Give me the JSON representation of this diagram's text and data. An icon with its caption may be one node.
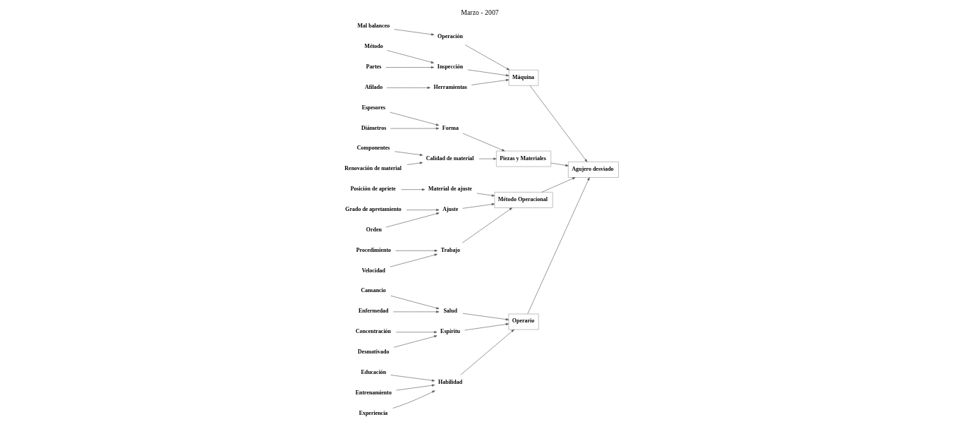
{
  "diagram": {
    "title": "Marzo - 2007",
    "nodes": [
      {
        "text": [
          "Operario"
        ]
      },
      {
        "text": [
          "Cansancio"
        ]
      },
      {
        "text": [
          "Salud"
        ]
      },
      {
        "text": [
          "Enfermedad"
        ]
      },
      {
        "text": [
          "Concentración"
        ]
      },
      {
        "text": [
          "Espíritu"
        ]
      },
      {
        "text": [
          "Desmotivado"
        ]
      },
      {
        "text": [
          "Educación"
        ]
      },
      {
        "text": [
          "Entrenamiento"
        ]
      },
      {
        "text": [
          "Habilidad"
        ]
      },
      {
        "text": [
          "Experiencia"
        ]
      },
      {
        "text": [
          "Máquina"
        ]
      },
      {
        "text": [
          "Mal balanceo"
        ]
      },
      {
        "text": [
          "Operación"
        ]
      },
      {
        "text": [
          "Método"
        ]
      },
      {
        "text": [
          "Inspección"
        ]
      },
      {
        "text": [
          "Partes"
        ]
      },
      {
        "text": [
          "Afilado"
        ]
      },
      {
        "text": [
          "Herramientas"
        ]
      },
      {
        "text": [
          "Agujero desviado"
        ]
      },
      {
        "text": [
          "Espesores"
        ]
      },
      {
        "text": [
          "Forma"
        ]
      },
      {
        "text": [
          "Diámetros"
        ]
      },
      {
        "text": [
          "Componentes"
        ]
      },
      {
        "text": [
          "Calidad de material"
        ]
      },
      {
        "text": [
          "Renovación de material"
        ]
      },
      {
        "text": [
          "Piezas y Materiales"
        ]
      },
      {
        "text": [
          "Grado de apretamiento"
        ]
      },
      {
        "text": [
          "Posición de apriete"
        ]
      },
      {
        "text": [
          "Material de ajuste"
        ]
      },
      {
        "text": [
          "Ajuste"
        ]
      },
      {
        "text": [
          "Orden"
        ]
      },
      {
        "text": [
          "Procedimiento"
        ]
      },
      {
        "text": [
          "Trabajo"
        ]
      },
      {
        "text": [
          "Velocidad"
        ]
      },
      {
        "text": [
          "Método Operacional"
        ]
      }
    ],
    "edges": [
      {
        "from": 1,
        "to": 2,
        "arrow": "to"
      },
      {
        "from": 3,
        "to": 2,
        "arrow": "to"
      },
      {
        "from": 2,
        "to": 0,
        "arrow": "to"
      },
      {
        "from": 4,
        "to": 5,
        "arrow": "to"
      },
      {
        "from": 6,
        "to": 5,
        "arrow": "to"
      },
      {
        "from": 5,
        "to": 0,
        "arrow": "to"
      },
      {
        "from": 7,
        "to": 9,
        "arrow": "to"
      },
      {
        "from": 8,
        "to": 9,
        "arrow": "to"
      },
      {
        "from": 10,
        "to": 9,
        "arrow": "to"
      },
      {
        "from": 9,
        "to": 0,
        "arrow": "to"
      },
      {
        "from": 0,
        "to": 19,
        "arrow": "to"
      },
      {
        "from": 12,
        "to": 13,
        "arrow": "to"
      },
      {
        "from": 13,
        "to": 11,
        "arrow": "to"
      },
      {
        "from": 14,
        "to": 15,
        "arrow": "to"
      },
      {
        "from": 16,
        "to": 15,
        "arrow": "to"
      },
      {
        "from": 15,
        "to": 11,
        "arrow": "to"
      },
      {
        "from": 17,
        "to": 18,
        "arrow": "to"
      },
      {
        "from": 18,
        "to": 11,
        "arrow": "to"
      },
      {
        "from": 11,
        "to": 19,
        "arrow": "to"
      },
      {
        "from": 20,
        "to": 21,
        "arrow": "to"
      },
      {
        "from": 22,
        "to": 21,
        "arrow": "to"
      },
      {
        "from": 21,
        "to": 26,
        "arrow": "to"
      },
      {
        "from": 23,
        "to": 24,
        "arrow": "to"
      },
      {
        "from": 25,
        "to": 24,
        "arrow": "to"
      },
      {
        "from": 24,
        "to": 26,
        "arrow": "to"
      },
      {
        "from": 26,
        "to": 19,
        "arrow": "to"
      },
      {
        "from": 28,
        "to": 29,
        "arrow": "to"
      },
      {
        "from": 29,
        "to": 35,
        "arrow": "to"
      },
      {
        "from": 27,
        "to": 30,
        "arrow": "to"
      },
      {
        "from": 31,
        "to": 30,
        "arrow": "to"
      },
      {
        "from": 30,
        "to": 35,
        "arrow": "to"
      },
      {
        "from": 32,
        "to": 33,
        "arrow": "to"
      },
      {
        "from": 34,
        "to": 33,
        "arrow": "to"
      },
      {
        "from": 33,
        "to": 35,
        "arrow": "to"
      },
      {
        "from": 35,
        "to": 19,
        "arrow": "to"
      }
    ]
  }
}
